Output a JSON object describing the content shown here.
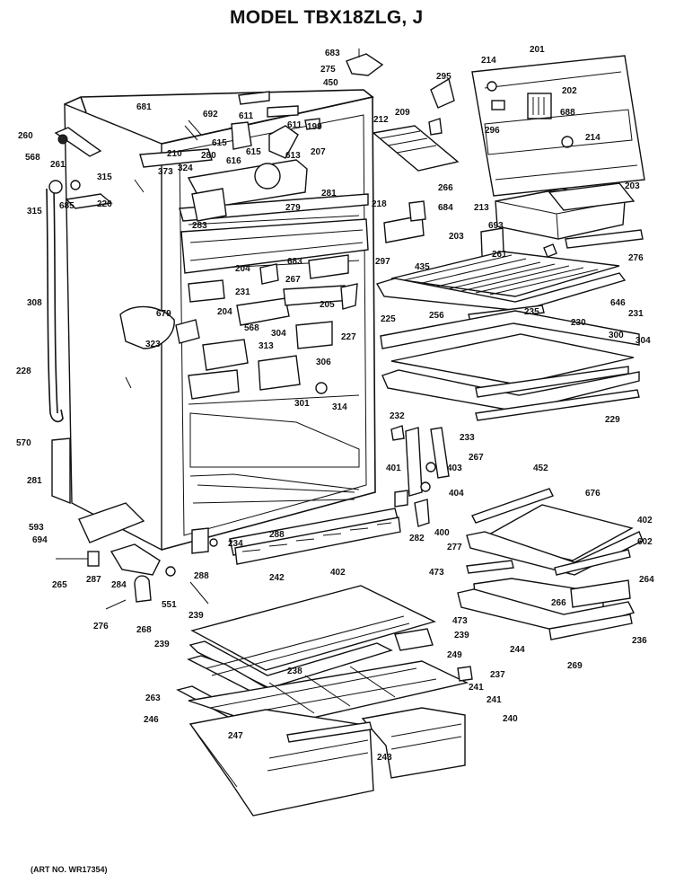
{
  "title": "MODEL TBX18ZLG, J",
  "art_no": "(ART NO. WR17354)",
  "part_numbers": [
    "683",
    "275",
    "450",
    "201",
    "214",
    "295",
    "202",
    "688",
    "209",
    "212",
    "296",
    "214",
    "681",
    "692",
    "611",
    "199",
    "260",
    "615",
    "611",
    "568",
    "210",
    "616",
    "615",
    "613",
    "280",
    "207",
    "261",
    "373",
    "324",
    "315",
    "315",
    "226",
    "685",
    "281",
    "266",
    "213",
    "203",
    "218",
    "279",
    "684",
    "693",
    "203",
    "283",
    "297",
    "261",
    "276",
    "435",
    "683",
    "204",
    "267",
    "204",
    "231",
    "235",
    "646",
    "679",
    "205",
    "231",
    "256",
    "568",
    "225",
    "230",
    "300",
    "227",
    "304",
    "323",
    "304",
    "313",
    "308",
    "306",
    "301",
    "314",
    "228",
    "229",
    "233",
    "232",
    "267",
    "570",
    "403",
    "452",
    "401",
    "676",
    "281",
    "404",
    "288",
    "282",
    "402",
    "602",
    "593",
    "400",
    "277",
    "694",
    "234",
    "473",
    "264",
    "265",
    "287",
    "284",
    "288",
    "242",
    "402",
    "266",
    "551",
    "473",
    "244",
    "236",
    "269",
    "276",
    "268",
    "239",
    "239",
    "239",
    "249",
    "238",
    "237",
    "241",
    "263",
    "241",
    "246",
    "247",
    "240",
    "243"
  ]
}
